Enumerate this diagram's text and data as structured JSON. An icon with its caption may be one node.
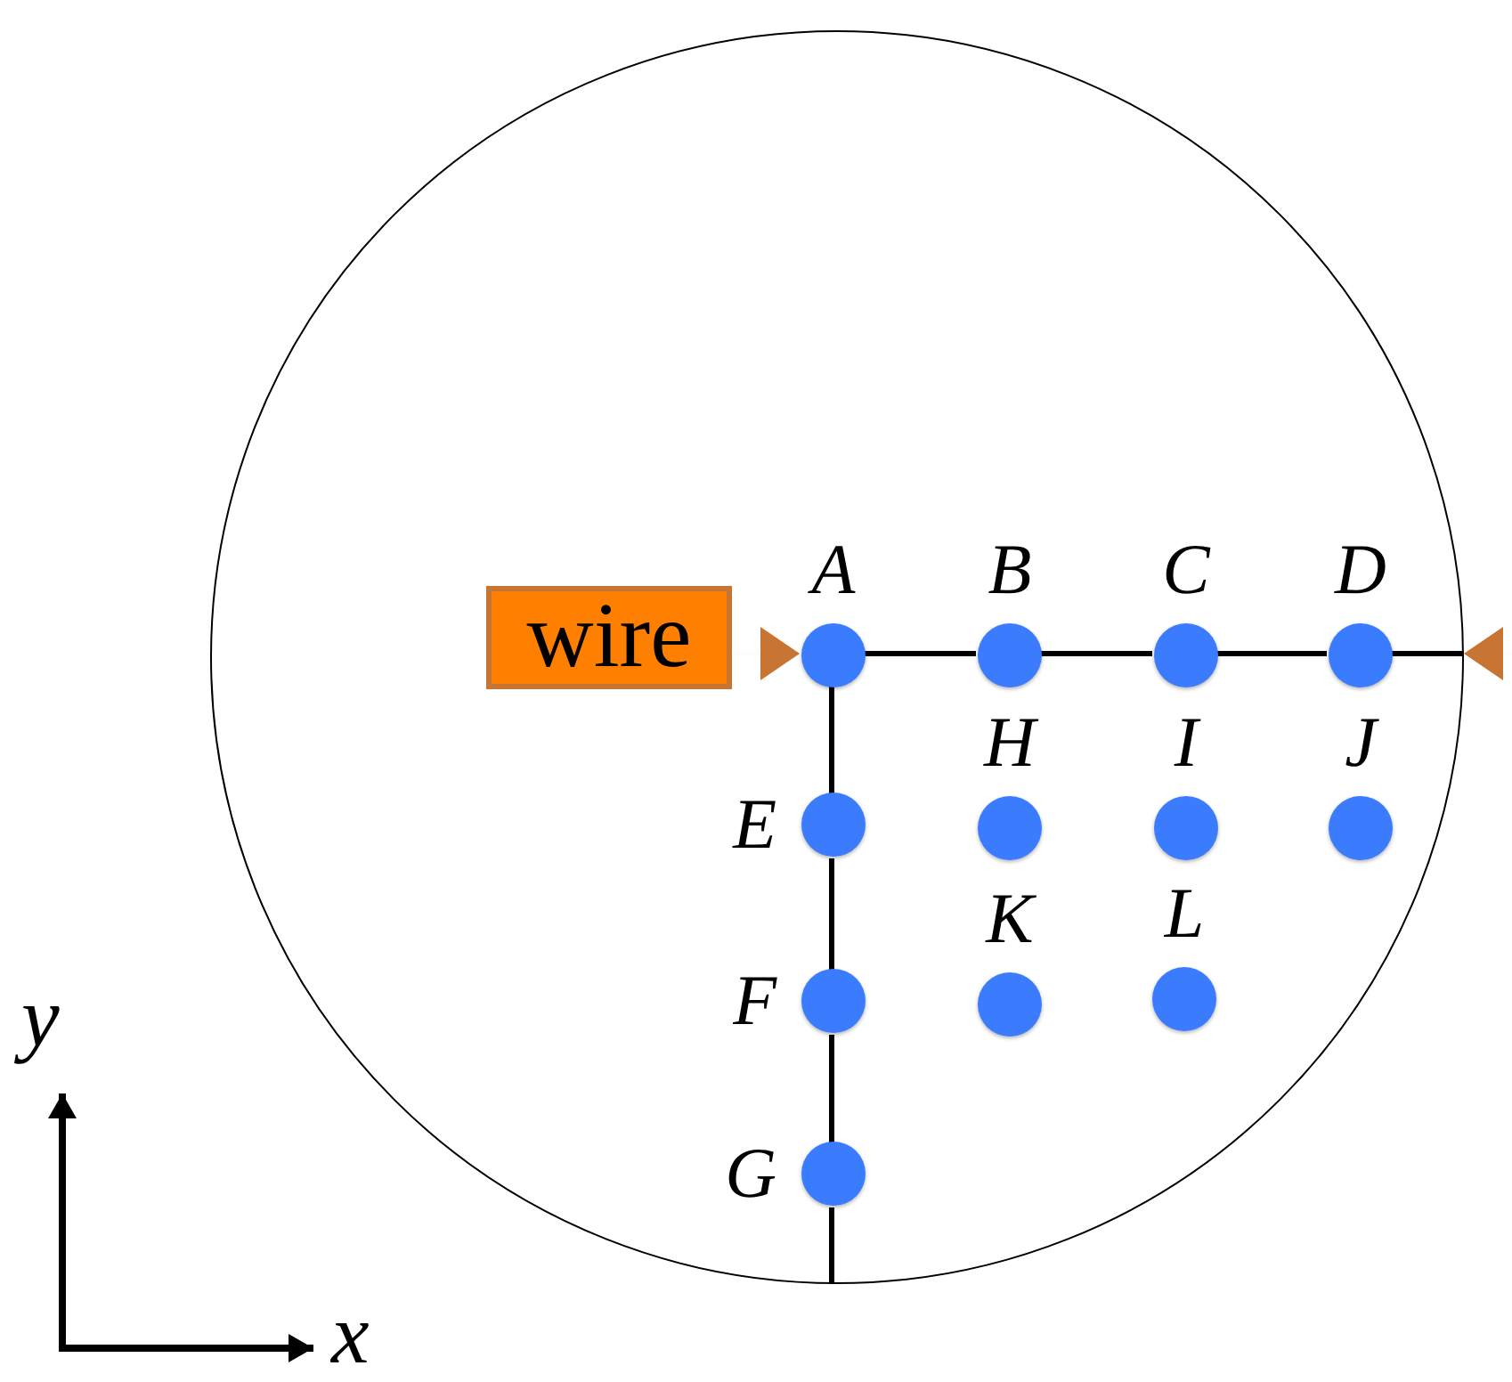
{
  "diagram": {
    "nodes": [
      {
        "text": [],
        "shape": "circle"
      },
      {
        "text": [
          "wire"
        ],
        "in": 0
      },
      {
        "text": [
          "A"
        ],
        "in": 0
      },
      {
        "text": [
          "B"
        ],
        "in": 0
      },
      {
        "text": [
          "C"
        ],
        "in": 0
      },
      {
        "text": [
          "D"
        ],
        "in": 0
      },
      {
        "text": [
          "E"
        ],
        "in": 0
      },
      {
        "text": [
          "H"
        ],
        "in": 0
      },
      {
        "text": [
          "I"
        ],
        "in": 0
      },
      {
        "text": [
          "J"
        ],
        "in": 0
      },
      {
        "text": [
          "F"
        ],
        "in": 0
      },
      {
        "text": [
          "K"
        ],
        "in": 0
      },
      {
        "text": [
          "L"
        ],
        "in": 0
      },
      {
        "text": [
          "G"
        ],
        "in": 0
      }
    ],
    "edges": [
      {
        "from": 1,
        "to": 2,
        "arrow": "to",
        "color": "#c87533"
      },
      {
        "from": null,
        "to": 0,
        "arrow": "to",
        "color": "#c87533"
      },
      {
        "from": 2,
        "to": 3,
        "arrow": "none"
      },
      {
        "from": 3,
        "to": 4,
        "arrow": "none"
      },
      {
        "from": 4,
        "to": 5,
        "arrow": "none"
      },
      {
        "from": 5,
        "to": 0,
        "arrow": "none"
      },
      {
        "from": 2,
        "to": 6,
        "arrow": "none"
      },
      {
        "from": 6,
        "to": 10,
        "arrow": "none"
      },
      {
        "from": 10,
        "to": 13,
        "arrow": "none"
      },
      {
        "from": 13,
        "to": 0,
        "arrow": "none"
      }
    ],
    "labels": [
      "y",
      "x"
    ]
  }
}
